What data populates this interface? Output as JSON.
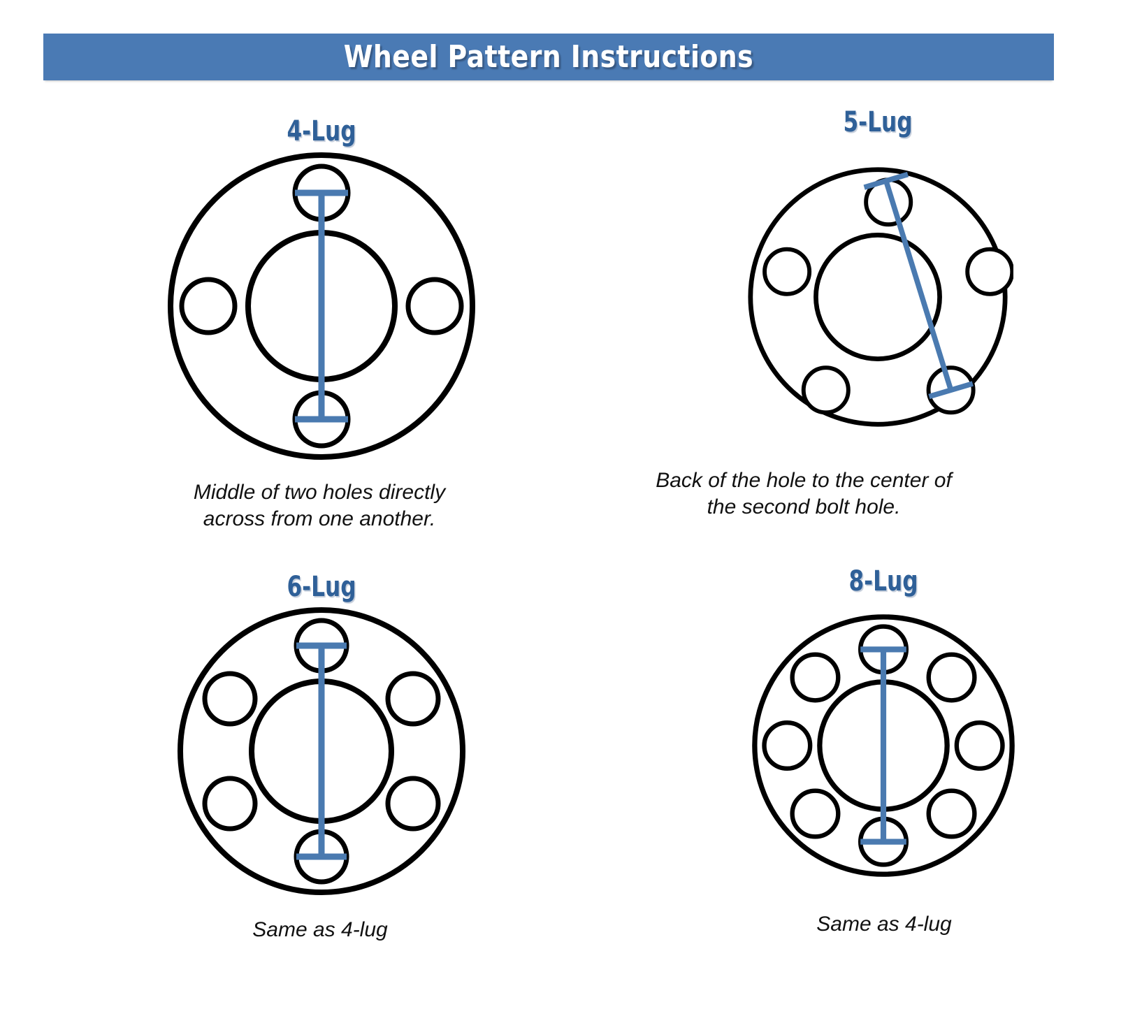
{
  "header": {
    "title": "Wheel Pattern Instructions",
    "background_color": "#4a7ab4",
    "text_color": "#ffffff"
  },
  "theme": {
    "accent_blue": "#2f6098",
    "measure_line_color": "#4a7ab0",
    "outline_color": "#000000",
    "page_background": "#ffffff"
  },
  "diagrams": [
    {
      "id": "four-lug",
      "label": "4-Lug",
      "caption": "Middle of two holes directly\nacross from one another.",
      "lug_count": 4,
      "measurement": "center-to-center across opposite holes",
      "hole_angles_deg": [
        90,
        180,
        270,
        0
      ]
    },
    {
      "id": "five-lug",
      "label": "5-Lug",
      "caption": "Back of the hole to the center of\nthe second bolt hole.",
      "lug_count": 5,
      "measurement": "back edge of one hole to center of second bolt hole",
      "hole_angles_deg": [
        90,
        162,
        234,
        306,
        18
      ]
    },
    {
      "id": "six-lug",
      "label": "6-Lug",
      "caption": "Same as 4-lug",
      "lug_count": 6,
      "measurement": "center-to-center across opposite holes",
      "hole_angles_deg": [
        90,
        150,
        210,
        270,
        330,
        30
      ]
    },
    {
      "id": "eight-lug",
      "label": "8-Lug",
      "caption": "Same as 4-lug",
      "lug_count": 8,
      "measurement": "center-to-center across opposite holes",
      "hole_angles_deg": [
        90,
        135,
        180,
        225,
        270,
        315,
        0,
        45
      ]
    }
  ]
}
